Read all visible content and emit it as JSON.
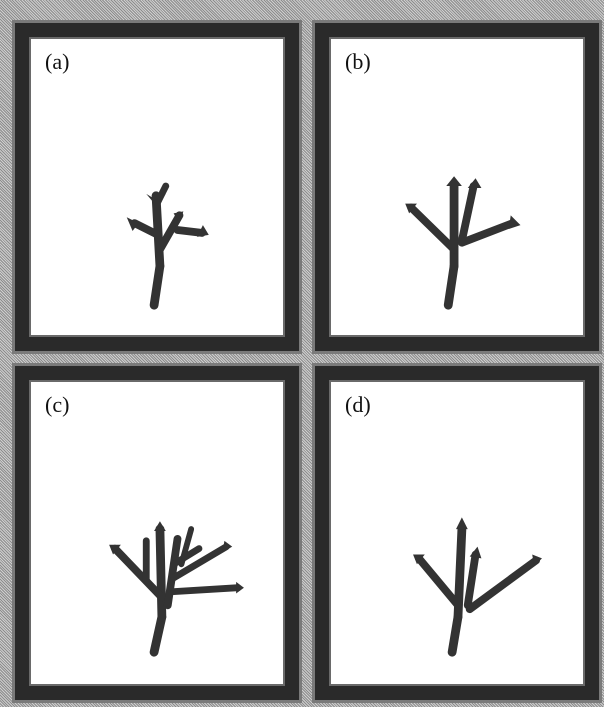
{
  "panels": [
    {
      "id": "a",
      "label": "(a)"
    },
    {
      "id": "b",
      "label": "(b)"
    },
    {
      "id": "c",
      "label": "(c)"
    },
    {
      "id": "d",
      "label": "(d)"
    }
  ],
  "colors": {
    "frame": "#2a2a2a",
    "plant": "#333333",
    "background": "#ffffff"
  }
}
